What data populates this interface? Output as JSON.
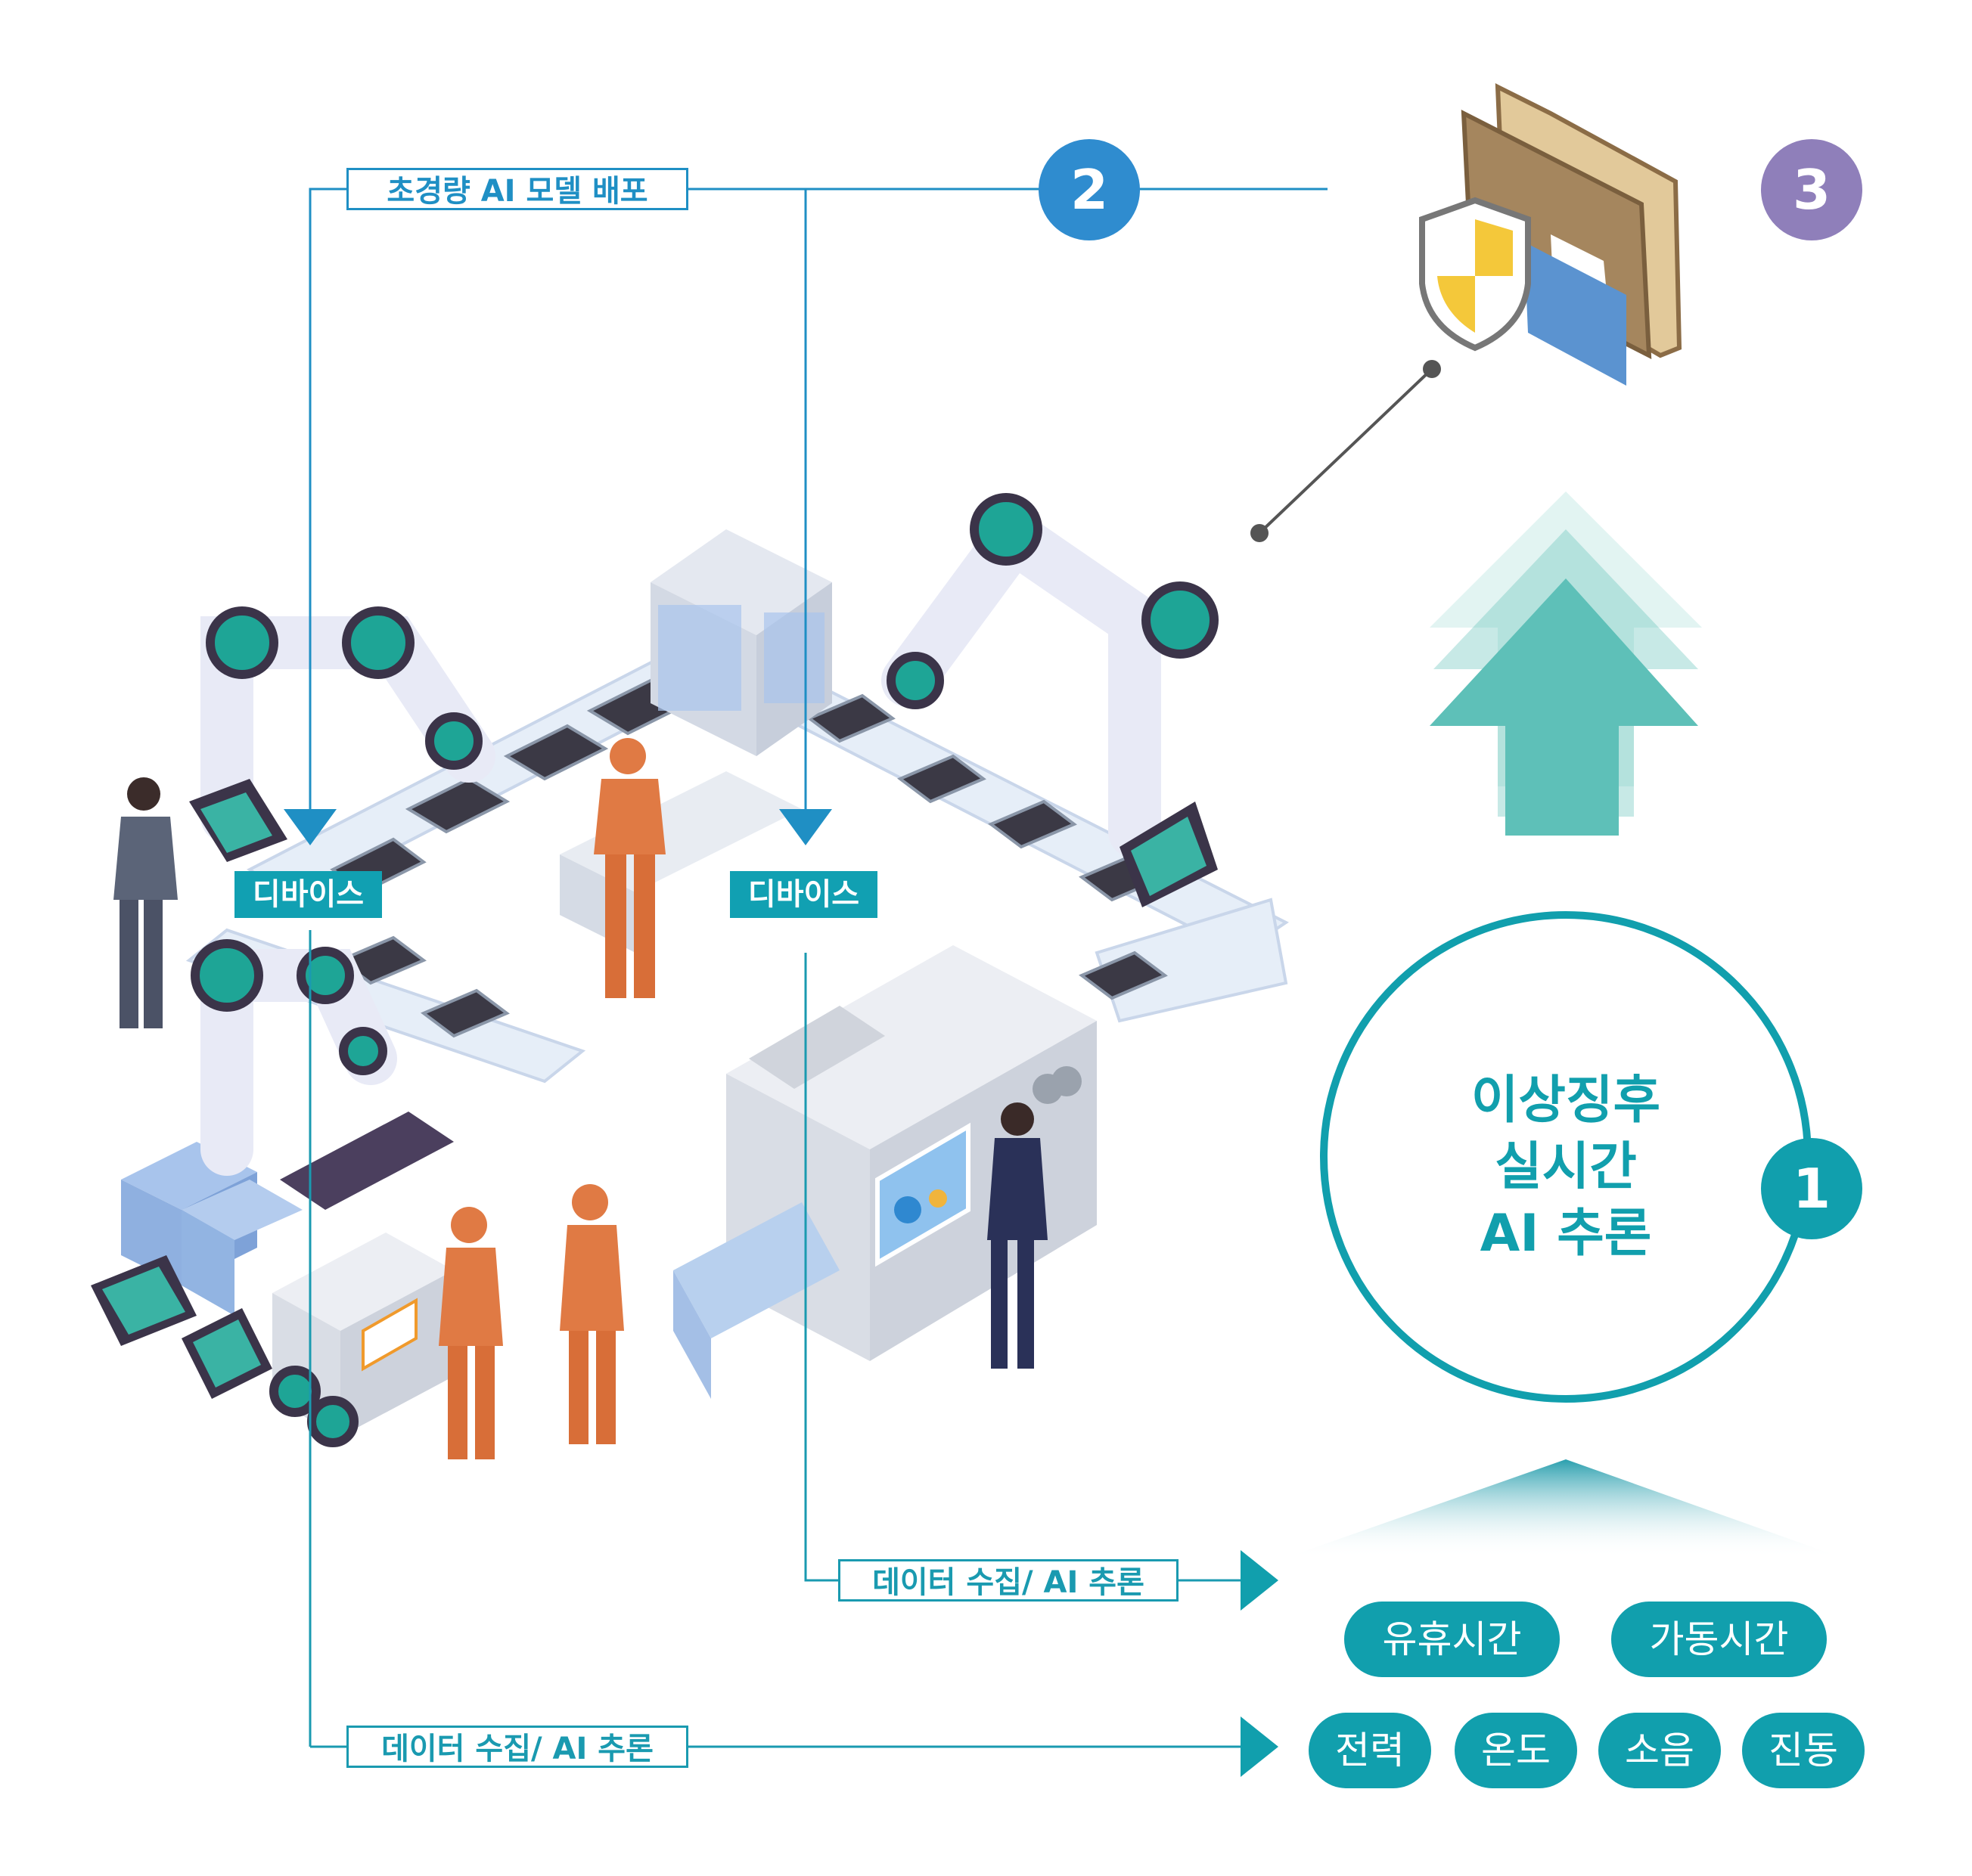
{
  "labels": {
    "deploy": "초경량 AI 모델 배포",
    "device_left": "디바이스",
    "device_right": "디바이스",
    "collect_upper": "데이터 수집/ AI 추론",
    "collect_lower": "데이터 수집/ AI 추론"
  },
  "badges": {
    "one": "1",
    "two": "2",
    "three": "3"
  },
  "inference": {
    "line1": "이상징후",
    "line2": "실시간",
    "line3": "AI 추론"
  },
  "metrics_top": [
    "유휴시간",
    "가동시간"
  ],
  "metrics_bottom": [
    "전력",
    "온도",
    "소음",
    "진동"
  ],
  "colors": {
    "blue_line": "#1f8fc4",
    "teal": "#119fad",
    "purple": "#8f7fba",
    "arrow_teal": "#5ec0b8"
  },
  "icons": [
    "folder-icon",
    "shield-icon",
    "up-arrow-icon",
    "robot-arm-icon",
    "conveyor-icon",
    "worker-icon"
  ]
}
